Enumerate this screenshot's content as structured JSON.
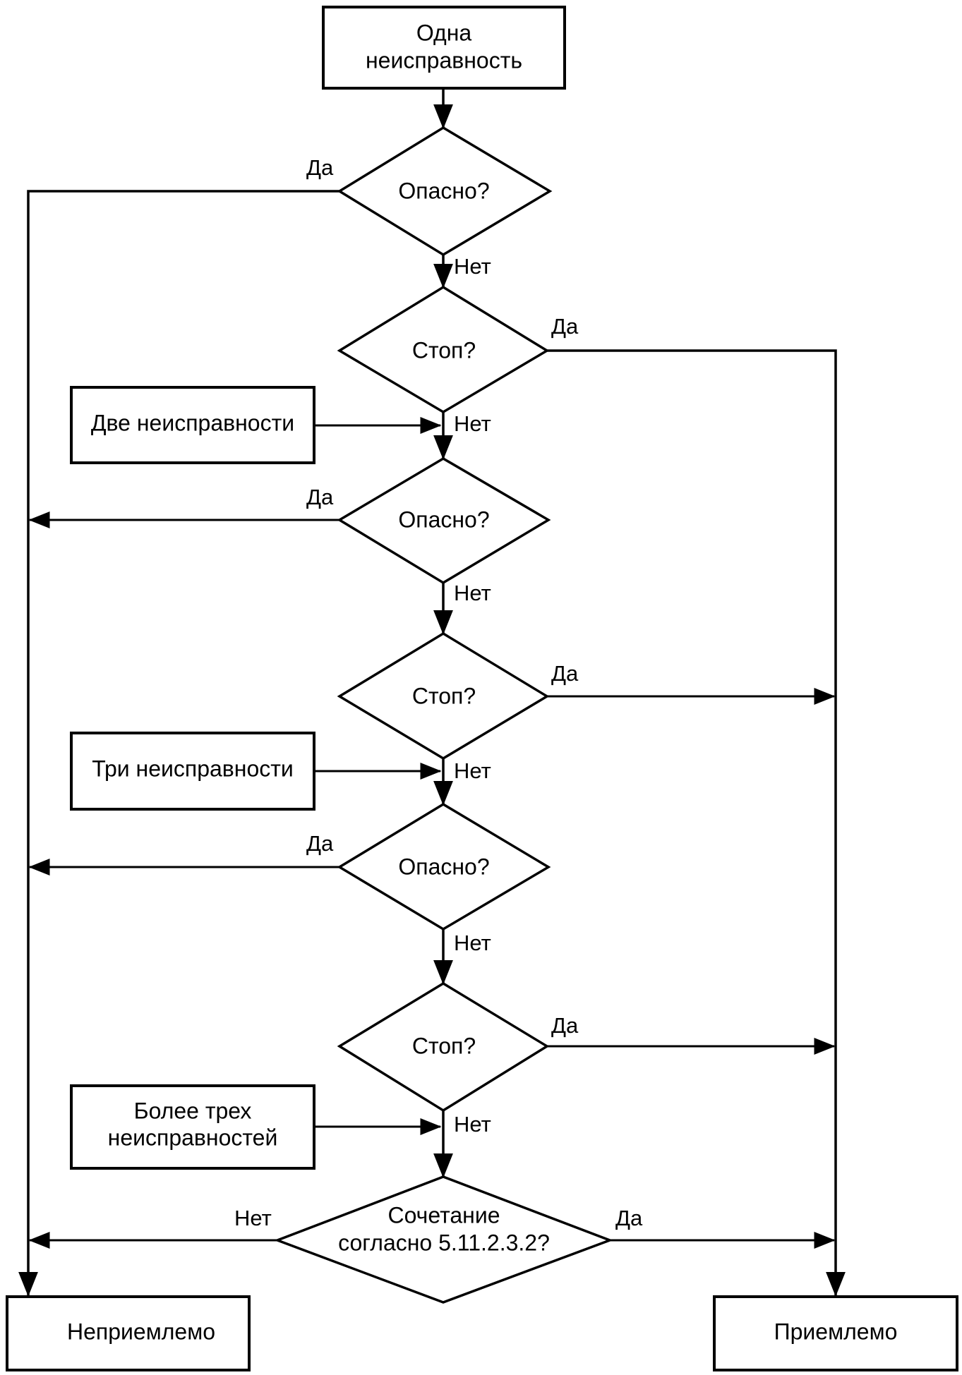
{
  "nodes": {
    "start": [
      "Одна",
      "неисправность"
    ],
    "q1": "Опасно?",
    "q2": "Стоп?",
    "two_faults": "Две неисправности",
    "q3": "Опасно?",
    "q4": "Стоп?",
    "three_faults": "Три неисправности",
    "q5": "Опасно?",
    "q6": "Стоп?",
    "more_faults": [
      "Более трех",
      "неисправностей"
    ],
    "q7": [
      "Сочетание",
      "согласно 5.11.2.3.2?"
    ],
    "unacceptable": "Неприемлемо",
    "acceptable": "Приемлемо"
  },
  "edge_labels": {
    "yes": "Да",
    "no": "Нет"
  }
}
